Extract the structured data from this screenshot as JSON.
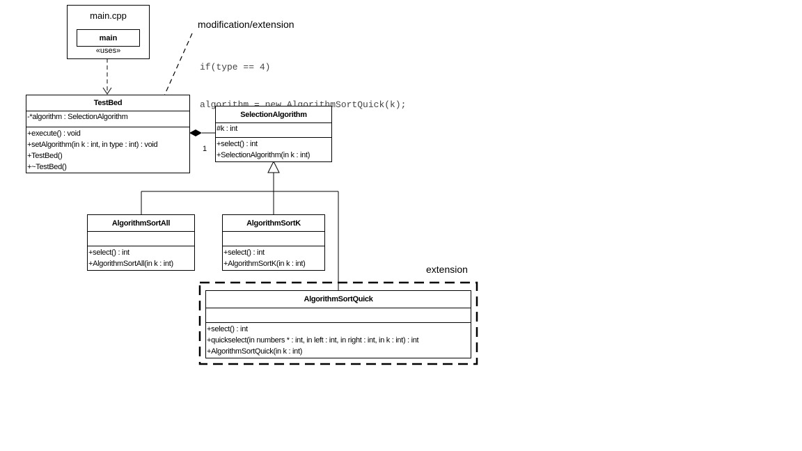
{
  "component": {
    "title": "main.cpp",
    "inner": "main",
    "stereotype": "«uses»"
  },
  "note": {
    "title": "modification/extension",
    "code": [
      "if(type == 4)",
      "  algorithm = new AlgorithmSortQuick(k);"
    ]
  },
  "multiplicity": "1",
  "extension_label": "extension",
  "classes": {
    "testbed": {
      "name": "TestBed",
      "attributes": [
        "-*algorithm : SelectionAlgorithm"
      ],
      "operations": [
        "+execute() : void",
        "+setAlgorithm(in k : int, in type : int) : void",
        "+TestBed()",
        "+~TestBed()"
      ]
    },
    "selection": {
      "name": "SelectionAlgorithm",
      "attributes": [
        "#k : int"
      ],
      "operations": [
        "+select() : int",
        "+SelectionAlgorithm(in k : int)"
      ]
    },
    "sortall": {
      "name": "AlgorithmSortAll",
      "attributes": [],
      "operations": [
        "+select() : int",
        "+AlgorithmSortAll(in k : int)"
      ]
    },
    "sortk": {
      "name": "AlgorithmSortK",
      "attributes": [],
      "operations": [
        "+select() : int",
        "+AlgorithmSortK(in k : int)"
      ]
    },
    "sortquick": {
      "name": "AlgorithmSortQuick",
      "attributes": [],
      "operations": [
        "+select() : int",
        "+quickselect(in numbers * : int, in left : int, in right : int, in k : int) : int",
        "+AlgorithmSortQuick(in k : int)"
      ]
    }
  }
}
